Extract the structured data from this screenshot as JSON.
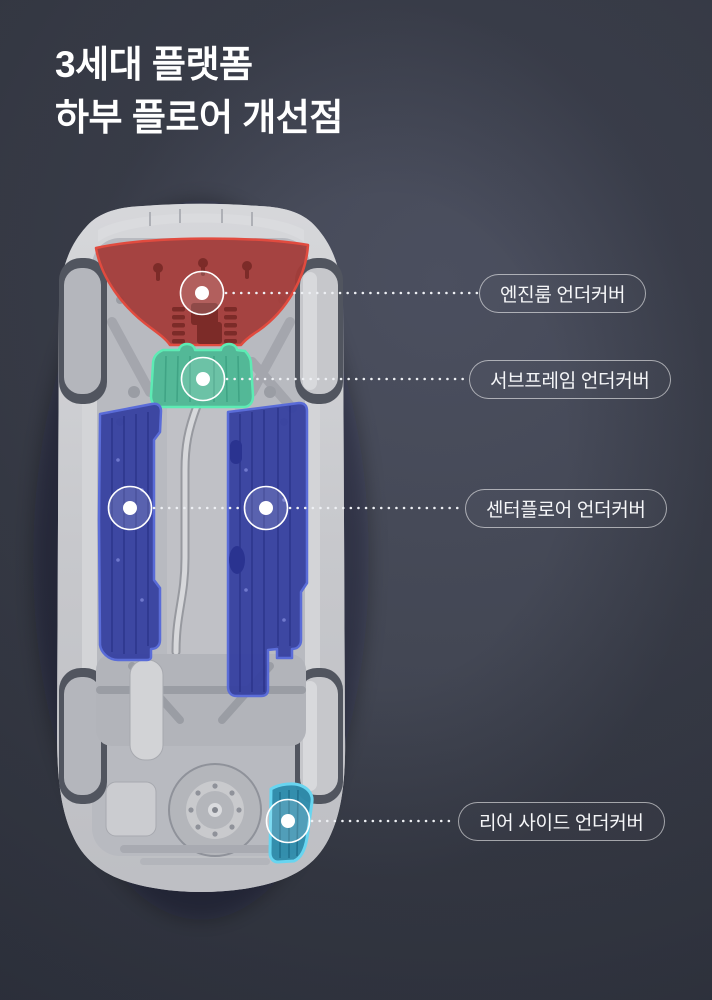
{
  "title": {
    "line1": "3세대 플랫폼",
    "line2": "하부 플로어 개선점"
  },
  "labels": [
    {
      "id": "engine-room",
      "text": "엔진룸 언더커버"
    },
    {
      "id": "subframe",
      "text": "서브프레임 언더커버"
    },
    {
      "id": "center-floor",
      "text": "센터플로어 언더커버"
    },
    {
      "id": "rear-side",
      "text": "리어 사이드 언더커버"
    }
  ],
  "colors": {
    "background": "#424654",
    "title_text": "#ffffff",
    "label_text": "#f5f6f8",
    "label_border": "rgba(255,255,255,0.55)",
    "car_body": "#c7c8cc",
    "engine_cover": "#a43b38",
    "engine_cover_border": "#e14b3f",
    "subframe_cover": "#4fb895",
    "subframe_cover_border": "#5debb4",
    "center_floor_cover": "#3640a0",
    "center_floor_cover_border": "#5a6cd8",
    "rear_side_cover": "#2e8dac",
    "rear_side_cover_border": "#68d5f0",
    "marker": "#ffffff",
    "leader_line": "#eef0f4"
  }
}
